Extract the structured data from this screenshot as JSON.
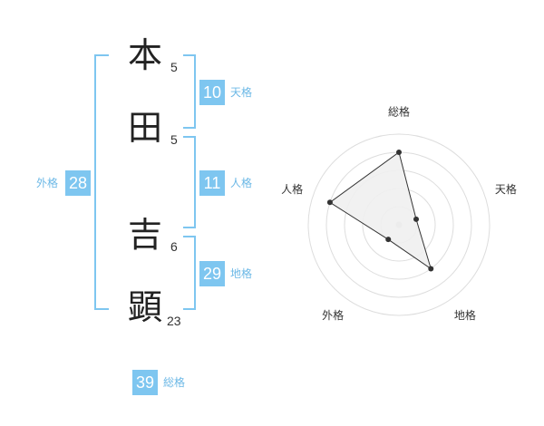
{
  "name": {
    "chars": [
      {
        "char": "本",
        "strokes": "5"
      },
      {
        "char": "田",
        "strokes": "5"
      },
      {
        "char": "吉",
        "strokes": "6"
      },
      {
        "char": "顕",
        "strokes": "23"
      }
    ]
  },
  "kaku": {
    "tenkaku": {
      "value": "10",
      "label": "天格"
    },
    "jinkaku": {
      "value": "11",
      "label": "人格"
    },
    "chikaku": {
      "value": "29",
      "label": "地格"
    },
    "gaikaku": {
      "value": "28",
      "label": "外格"
    },
    "soukaku": {
      "value": "39",
      "label": "総格"
    }
  },
  "chart_data": {
    "type": "radar",
    "axes": [
      "総格",
      "天格",
      "地格",
      "外格",
      "人格"
    ],
    "values": [
      4,
      1,
      3,
      1,
      4
    ],
    "max": 5,
    "rings": 5,
    "colors": {
      "fill": "#f0f0f0",
      "line": "#333333",
      "point": "#333333",
      "grid": "#dddddd",
      "center": "#cccccc"
    }
  }
}
